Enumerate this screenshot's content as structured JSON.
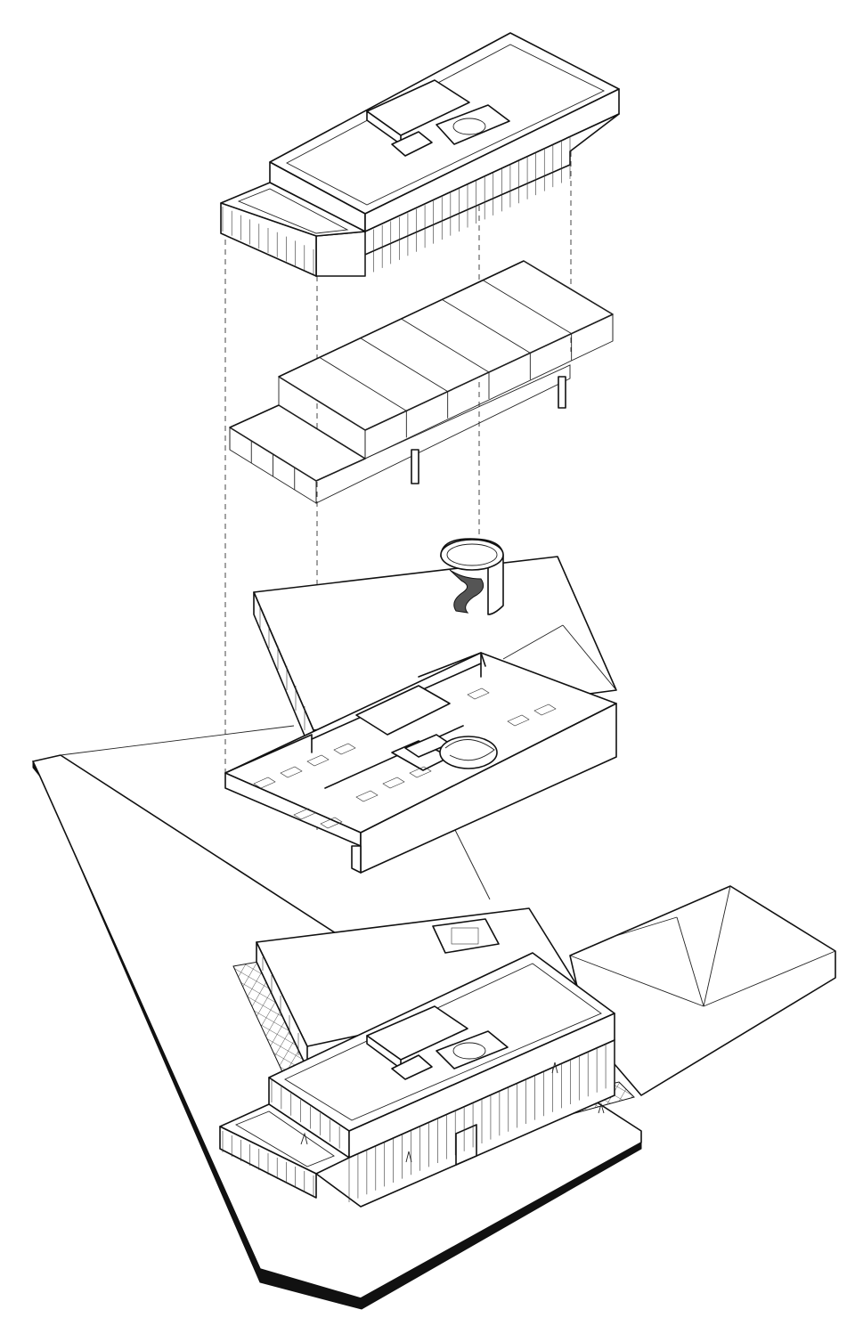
{
  "figure": {
    "kind": "exploded axonometric architectural drawing",
    "line_color": "#111111",
    "background": "#ffffff",
    "text_labels": []
  },
  "layers": [
    {
      "name": "roof-level"
    },
    {
      "name": "structural-frame"
    },
    {
      "name": "office-floor-plan"
    },
    {
      "name": "ground-site"
    }
  ]
}
